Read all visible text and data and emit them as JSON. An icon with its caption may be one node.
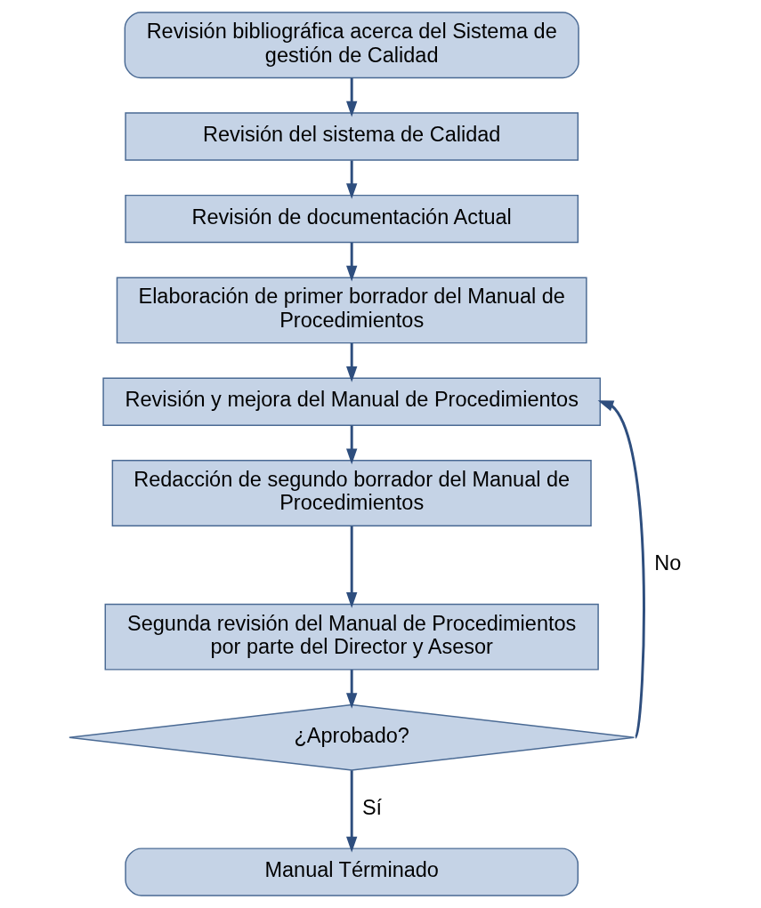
{
  "diagram": {
    "nodes": [
      {
        "text": [
          "Revisión bibliográfica acerca del Sistema de gestión de Calidad"
        ]
      },
      {
        "text": [
          "Revisión del sistema de Calidad"
        ]
      },
      {
        "text": [
          "Revisión de documentación Actual"
        ]
      },
      {
        "text": [
          "Elaboración de primer borrador del Manual de Procedimientos"
        ]
      },
      {
        "text": [
          "Revisión y mejora del Manual de Procedimientos"
        ]
      },
      {
        "text": [
          "Redacción de segundo borrador del Manual de Procedimientos"
        ]
      },
      {
        "text": [
          "Segunda revisión del Manual de Procedimientos por parte del Director y Asesor"
        ]
      },
      {
        "text": [
          "¿Aprobado?"
        ]
      },
      {
        "text": [
          "Manual Términado"
        ]
      }
    ],
    "edges": [
      {
        "from": 0,
        "to": 1,
        "arrow": "to"
      },
      {
        "from": 1,
        "to": 2,
        "arrow": "to"
      },
      {
        "from": 2,
        "to": 3,
        "arrow": "to"
      },
      {
        "from": 3,
        "to": 4,
        "arrow": "to"
      },
      {
        "from": 4,
        "to": 5,
        "arrow": "to"
      },
      {
        "from": 5,
        "to": 6,
        "arrow": "to"
      },
      {
        "from": 6,
        "to": 7,
        "arrow": "to"
      },
      {
        "from": 7,
        "to": 8,
        "label": "Sí",
        "arrow": "to"
      },
      {
        "from": 7,
        "to": 4,
        "label": "No",
        "arrow": "to"
      }
    ]
  }
}
